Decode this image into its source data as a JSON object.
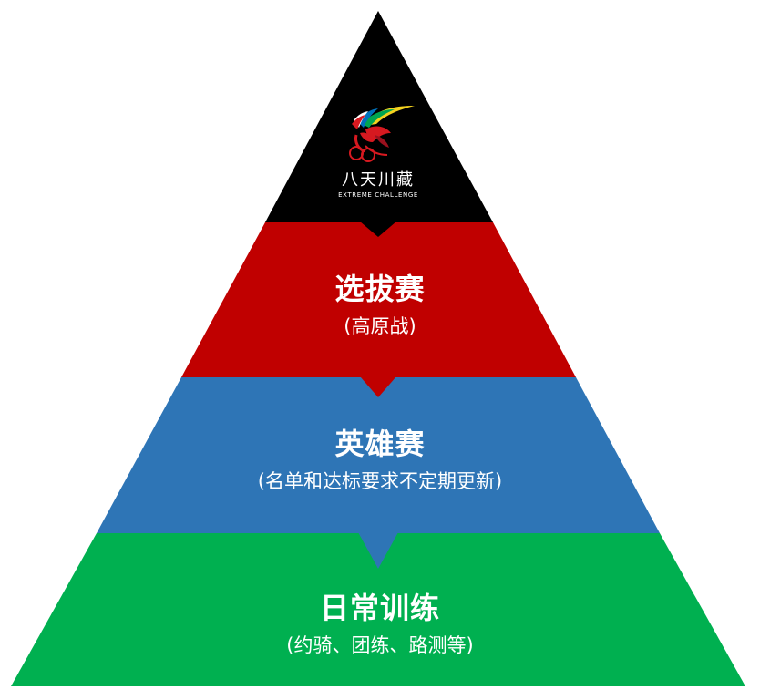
{
  "diagram": {
    "tiers": [
      {
        "title": "",
        "subtitle": "",
        "color": "#000000"
      },
      {
        "title": "选拔赛",
        "subtitle": "(高原战)",
        "color": "#c00000"
      },
      {
        "title": "英雄赛",
        "subtitle": "(名单和达标要求不定期更新)",
        "color": "#2e75b6"
      },
      {
        "title": "日常训练",
        "subtitle": "(约骑、团练、路测等)",
        "color": "#00b050"
      }
    ],
    "logo": {
      "brand_cn": "八天川藏",
      "brand_en": "EXTREME CHALLENGE"
    }
  }
}
